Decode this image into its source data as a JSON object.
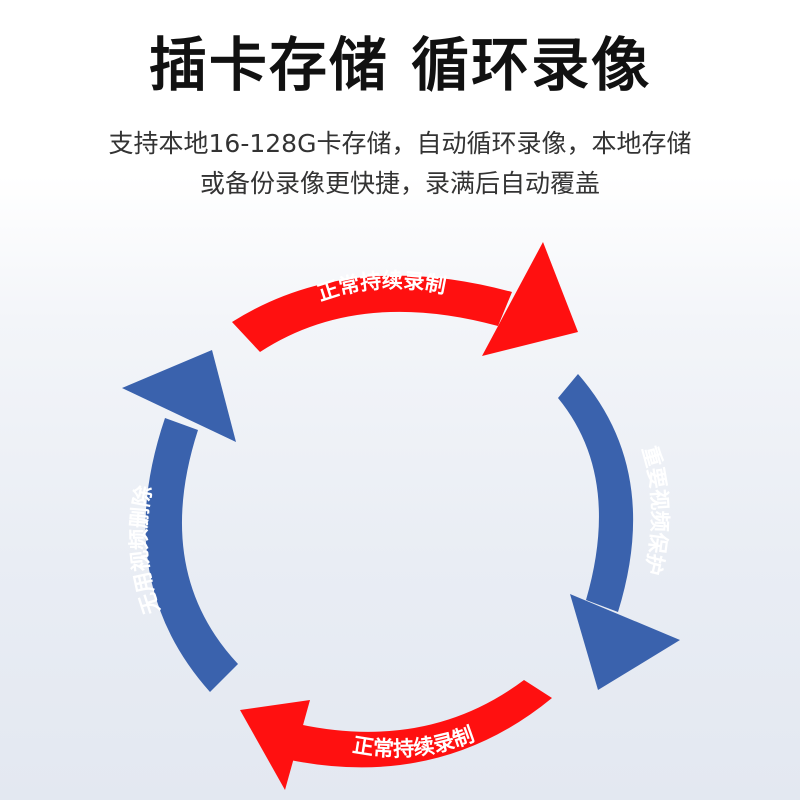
{
  "header": {
    "title": "插卡存储 循环录像",
    "subtitle_line1": "支持本地16-128G卡存储，自动循环录像，本地存储",
    "subtitle_line2": "或备份录像更快捷，录满后自动覆盖"
  },
  "cycle": {
    "top_label": "正常持续录制",
    "right_label": "重要视频保护",
    "bottom_label": "正常持续录制",
    "left_label": "无用视频删除"
  },
  "colors": {
    "red_arrow": "#ff1010",
    "blue_arrow": "#3a62ad",
    "title_text": "#111111"
  }
}
